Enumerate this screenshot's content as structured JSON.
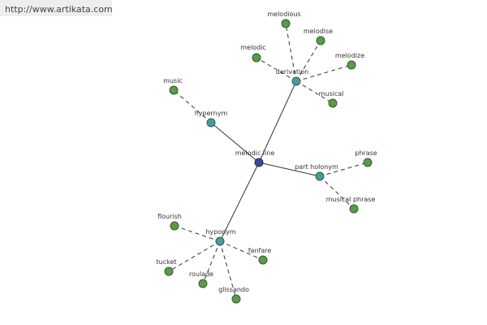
{
  "site": {
    "url": "http://www.artikata.com"
  },
  "colors": {
    "leaf": "#5a9a4a",
    "relation": "#4a9a9a",
    "root": "#3a4a9a",
    "edge": "#333333"
  },
  "graph": {
    "root": "melodic line",
    "relations": [
      {
        "label": "derivation",
        "children": [
          "melodious",
          "melodise",
          "melodic",
          "melodize",
          "musical"
        ]
      },
      {
        "label": "hypernym",
        "children": [
          "music"
        ]
      },
      {
        "label": "part holonym",
        "children": [
          "phrase",
          "musical phrase"
        ]
      },
      {
        "label": "hyponym",
        "children": [
          "flourish",
          "tucket",
          "roulade",
          "glissando",
          "fanfare"
        ]
      }
    ]
  }
}
